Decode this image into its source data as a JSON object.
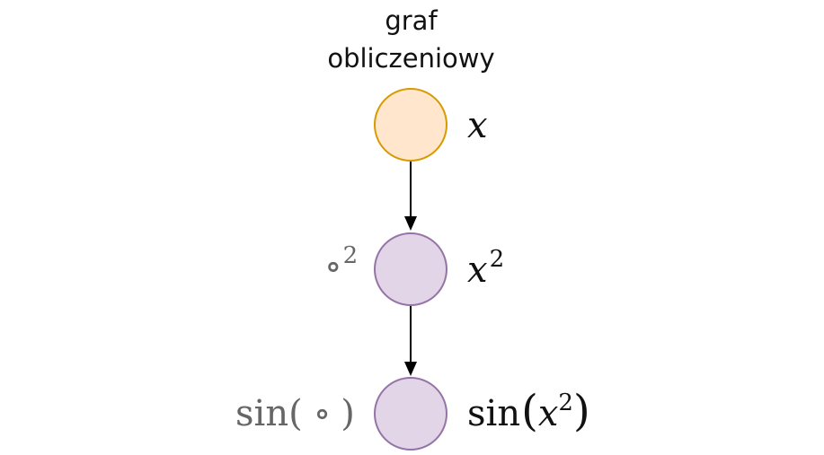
{
  "title_line1": "graf",
  "title_line2": "obliczeniowy",
  "colors": {
    "input_fill": "#ffe6cc",
    "input_stroke": "#d79b00",
    "op_fill": "#e1d5e7",
    "op_stroke": "#9673a6",
    "edge": "#000000",
    "operator_text": "#666666",
    "value_text": "#111111"
  },
  "nodes": [
    {
      "id": "x",
      "kind": "input",
      "value": {
        "base": "x",
        "exponent": ""
      },
      "operator": null
    },
    {
      "id": "square",
      "kind": "operation",
      "value": {
        "base": "x",
        "exponent": "2"
      },
      "operator": {
        "symbol": "∘",
        "exponent": "2"
      }
    },
    {
      "id": "sin",
      "kind": "operation",
      "value": {
        "func": "sin",
        "open": "(",
        "base": "x",
        "exponent": "2",
        "close": ")"
      },
      "operator": {
        "func": "sin(",
        "symbol": "∘",
        "close": ")"
      }
    }
  ],
  "edges": [
    {
      "from": "x",
      "to": "square"
    },
    {
      "from": "square",
      "to": "sin"
    }
  ]
}
